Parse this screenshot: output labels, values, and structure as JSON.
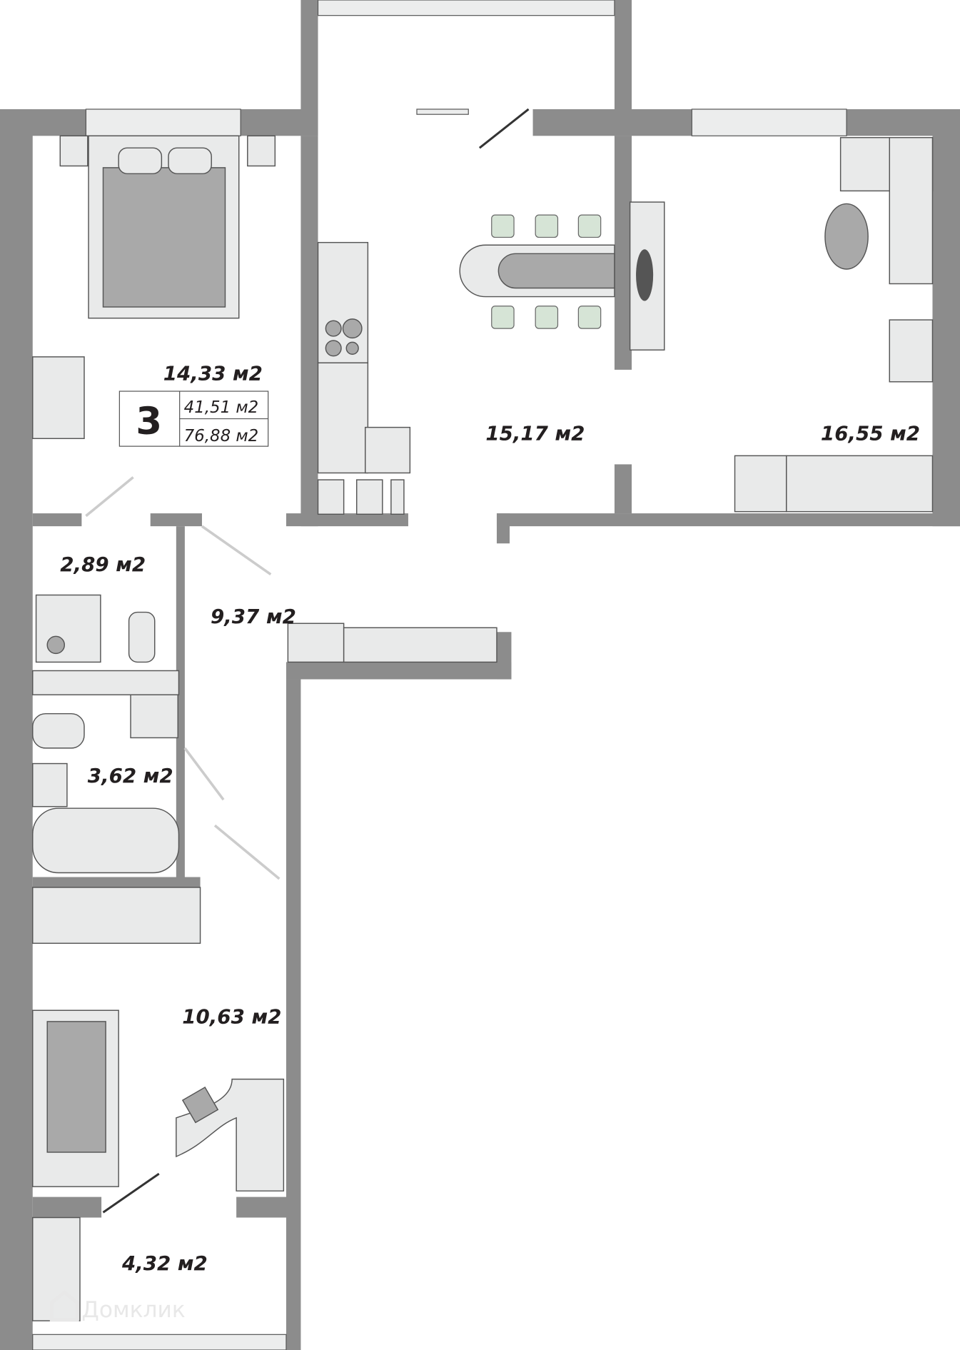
{
  "rooms": [
    {
      "name": "bedroom",
      "area": "14,33 м2"
    },
    {
      "name": "kitchen",
      "area": "15,17 м2"
    },
    {
      "name": "living-room",
      "area": "16,55 м2"
    },
    {
      "name": "toilet",
      "area": "2,89 м2"
    },
    {
      "name": "hallway",
      "area": "9,37 м2"
    },
    {
      "name": "bathroom",
      "area": "3,62 м2"
    },
    {
      "name": "second-bedroom",
      "area": "10,63 м2"
    },
    {
      "name": "balcony",
      "area": "4,32 м2"
    }
  ],
  "summary": {
    "room_count": "3",
    "living_area": "41,51 м2",
    "total_area": "76,88 м2"
  },
  "watermark": "Домклик",
  "colors": {
    "wall": "#8c8c8c",
    "furniture": "#e9eaea",
    "text": "#231f20"
  }
}
